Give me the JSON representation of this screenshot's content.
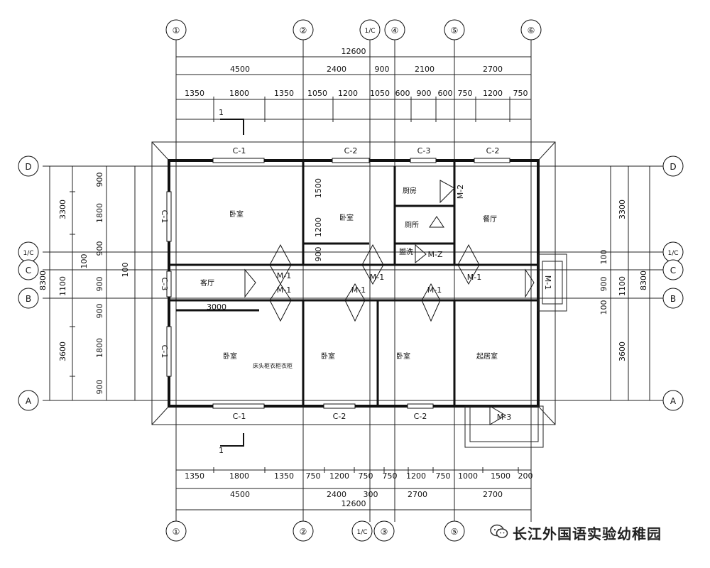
{
  "axes": {
    "top": [
      "①",
      "②",
      "1/C",
      "④",
      "⑤",
      "⑥"
    ],
    "left": [
      "D",
      "1/C",
      "C",
      "B",
      "A"
    ],
    "bottom": [
      "①",
      "②",
      "1/C",
      "③",
      "⑤"
    ]
  },
  "dims": {
    "top_total": "12600",
    "top_mid": [
      "4500",
      "2400",
      "900",
      "2100",
      "2700"
    ],
    "top_fine": [
      "1350",
      "1800",
      "1350",
      "1050",
      "1200",
      "1050",
      "600",
      "900",
      "600",
      "750",
      "1200",
      "750"
    ],
    "bottom_total": "12600",
    "bottom_mid": [
      "4500",
      "2400",
      "300",
      "2700",
      "2700"
    ],
    "bottom_fine": [
      "1350",
      "1800",
      "1350",
      "750",
      "1200",
      "750",
      "750",
      "1200",
      "750",
      "1000",
      "1500",
      "200"
    ],
    "left_outer": [
      "3300",
      "1100",
      "8300",
      "3600"
    ],
    "left_inner": [
      "900",
      "1800",
      "900",
      "100",
      "900",
      "100",
      "900",
      "1800",
      "900"
    ],
    "right_outer": [
      "3300",
      "1100",
      "8300",
      "3600"
    ],
    "right_inner": [
      "100",
      "900",
      "100"
    ],
    "inner_v": [
      "1500",
      "1200",
      "900"
    ],
    "inner_h": "3000"
  },
  "windows": {
    "top": [
      "C-1",
      "C-2",
      "C-3",
      "C-2"
    ],
    "bottom": [
      "C-1",
      "C-2",
      "C-2"
    ],
    "left": [
      "C-1",
      "C-3",
      "C-1"
    ]
  },
  "doors": [
    "M-1",
    "M-1",
    "M-1",
    "M-1",
    "M-1",
    "M-1",
    "M-2",
    "M-Z",
    "M-3",
    "M-1"
  ],
  "rooms": [
    "卧室",
    "卧室",
    "厨房",
    "餐厅",
    "厕所",
    "盥洗",
    "客厅",
    "卧室",
    "卧室",
    "卧室",
    "起居室"
  ],
  "section_mark": "1",
  "note": "床头柜衣柜衣柜",
  "watermark": "长江外国语实验幼稚园"
}
